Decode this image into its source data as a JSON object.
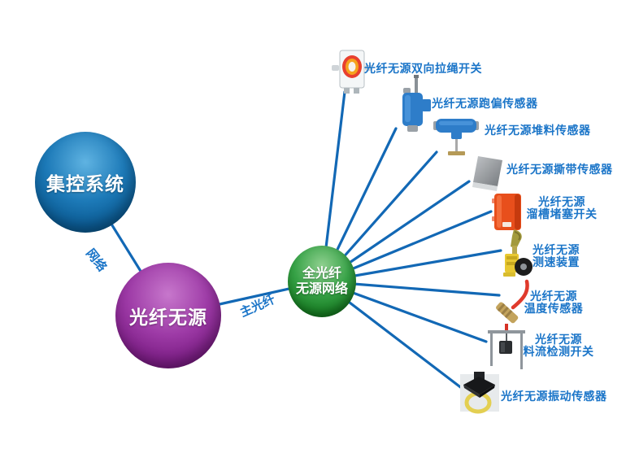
{
  "colors": {
    "line_blue": "#1268b5",
    "label_blue": "#1b75c8",
    "sphere_blue": "#0b5a92",
    "sphere_purple": "#7a1d83",
    "sphere_green": "#177c22"
  },
  "nodes": {
    "central_control": {
      "label": "集控系统"
    },
    "fiber_passive": {
      "label": "光纤无源"
    },
    "all_fiber_network": {
      "line1": "全光纤",
      "line2": "无源网络"
    }
  },
  "edge_labels": {
    "network": "网络",
    "main_fiber": "主光纤"
  },
  "devices": [
    {
      "label": "光纤无源双向拉绳开关"
    },
    {
      "label": "光纤无源跑偏传感器"
    },
    {
      "label": "光纤无源堆料传感器"
    },
    {
      "label": "光纤无源撕带传感器"
    },
    {
      "line1": "光纤无源",
      "line2": "溜槽堵塞开关"
    },
    {
      "line1": "光纤无源",
      "line2": "测速装置"
    },
    {
      "line1": "光纤无源",
      "line2": "温度传感器"
    },
    {
      "line1": "光纤无源",
      "line2": "料流检测开关"
    },
    {
      "label": "光纤无源振动传感器"
    }
  ]
}
